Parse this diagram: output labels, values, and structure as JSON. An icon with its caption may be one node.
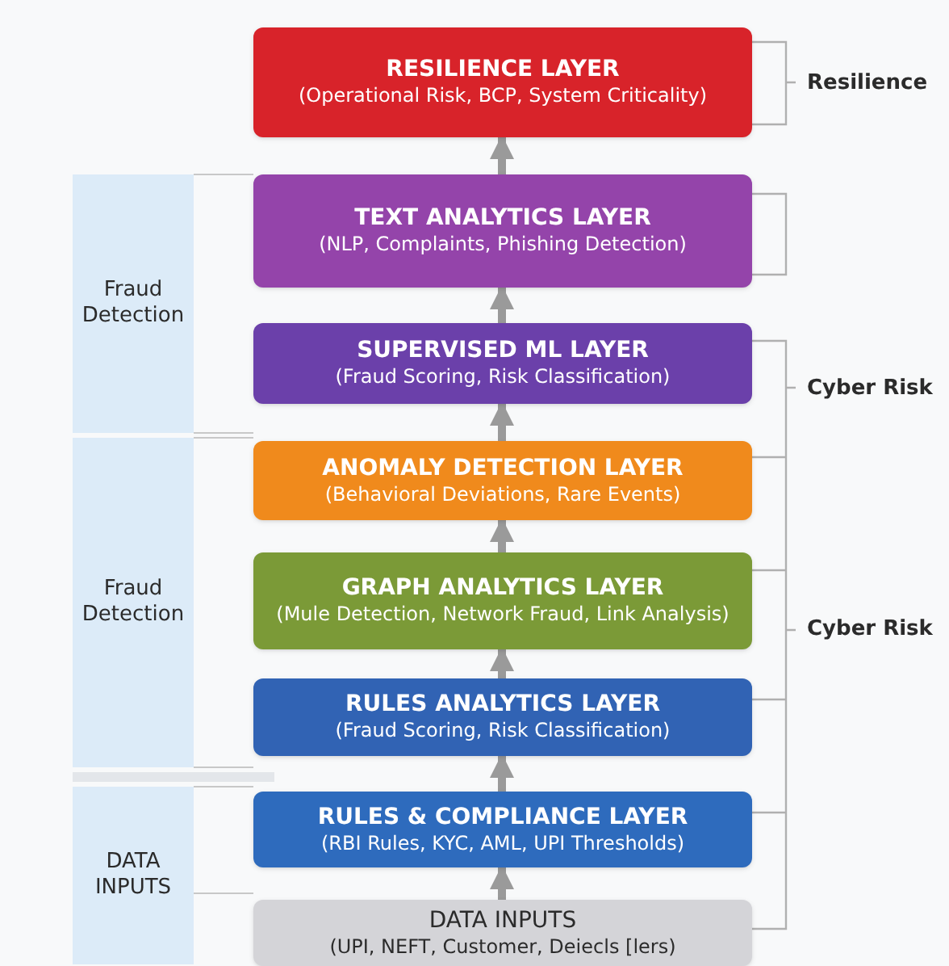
{
  "diagram": {
    "nodes": [
      {
        "text": [
          "RESILIENCE LAYER",
          "(Operational Risk, BCP, System Criticality)"
        ]
      },
      {
        "text": [
          "TEXT ANALYTICS LAYER",
          "(NLP, Complaints, Phishing Detection)"
        ]
      },
      {
        "text": [
          "SUPERVISED ML LAYER",
          "(Fraud Scoring, Risk Classification)"
        ]
      },
      {
        "text": [
          "ANOMALY DETECTION LAYER",
          "(Behavioral Deviations, Rare Events)"
        ]
      },
      {
        "text": [
          "GRAPH ANALYTICS LAYER",
          "(Mule Detection, Network Fraud, Link Analysis)"
        ]
      },
      {
        "text": [
          "RULES ANALYTICS LAYER",
          "(Fraud Scoring, Risk Classification)"
        ]
      },
      {
        "text": [
          "RULES & COMPLIANCE LAYER",
          "(RBI Rules, KYC, AML, UPI Thresholds)"
        ]
      },
      {
        "text": [
          "DATA INPUTS",
          "(UPI, NEFT, Customer, Deiecls [lers)"
        ]
      },
      {
        "text": [
          "Fraud Detection"
        ]
      },
      {
        "text": [
          "Fraud Detection"
        ]
      },
      {
        "text": [
          "DATA INPUTS"
        ]
      }
    ],
    "edges": [
      {
        "from": 7,
        "to": 6,
        "arrow": "to"
      },
      {
        "from": 6,
        "to": 5,
        "arrow": "to"
      },
      {
        "from": 5,
        "to": 4,
        "arrow": "to"
      },
      {
        "from": 4,
        "to": 3,
        "arrow": "to"
      },
      {
        "from": 3,
        "to": 2,
        "arrow": "to"
      },
      {
        "from": 2,
        "to": 1,
        "arrow": "to"
      },
      {
        "from": 1,
        "to": 0,
        "arrow": "to"
      }
    ],
    "labels": [
      "Resilience",
      "Cyber Risk",
      "Cyber Risk"
    ]
  }
}
